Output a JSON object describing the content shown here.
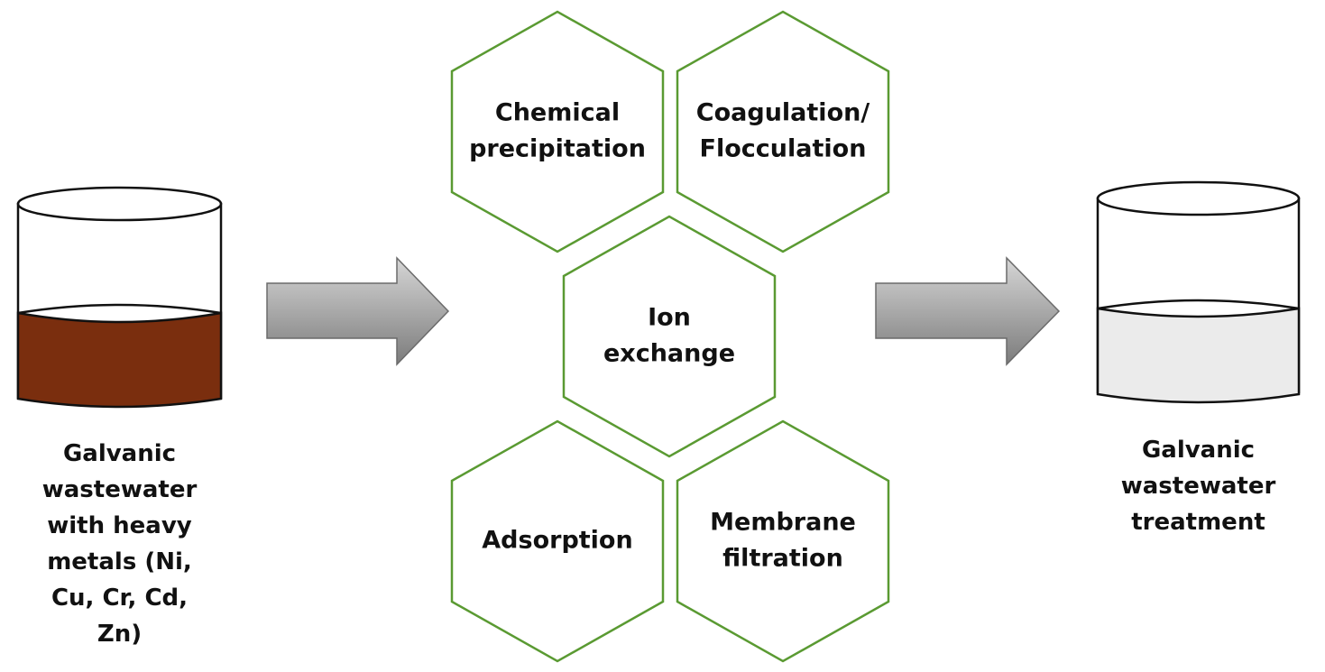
{
  "colors": {
    "hexagon_stroke": "#5a9a32",
    "contaminated_water": "#7a2e0e",
    "treated_water": "#ebebeb",
    "arrow_fill_light": "#d6d6d6",
    "arrow_fill_dark": "#7c7c7c",
    "outline": "#111111"
  },
  "input_container": {
    "icon": "beaker-contaminated-icon",
    "caption_lines": [
      "Galvanic",
      "wastewater",
      "with heavy",
      "metals (Ni,",
      "Cu, Cr, Cd,",
      "Zn)"
    ]
  },
  "output_container": {
    "icon": "beaker-treated-icon",
    "caption_lines": [
      "Galvanic",
      "wastewater",
      "treatment"
    ]
  },
  "arrows": [
    {
      "icon": "arrow-right-icon"
    },
    {
      "icon": "arrow-right-icon"
    }
  ],
  "methods": [
    {
      "id": "chemical-precipitation",
      "lines": [
        "Chemical",
        "precipitation"
      ]
    },
    {
      "id": "coagulation-flocculation",
      "lines": [
        "Coagulation/",
        "Flocculation"
      ]
    },
    {
      "id": "ion-exchange",
      "lines": [
        "Ion",
        "exchange"
      ]
    },
    {
      "id": "adsorption",
      "lines": [
        "Adsorption"
      ]
    },
    {
      "id": "membrane-filtration",
      "lines": [
        "Membrane",
        "filtration"
      ]
    }
  ]
}
